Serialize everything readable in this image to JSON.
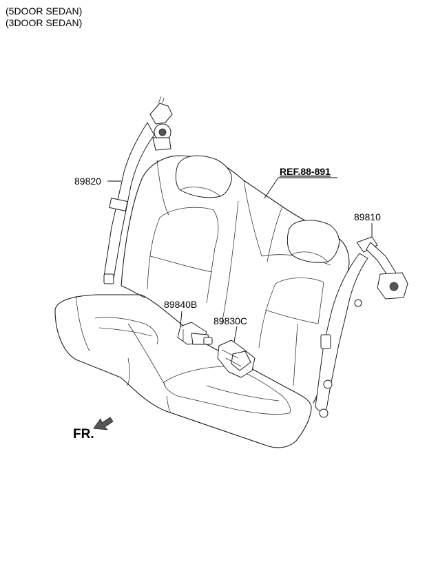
{
  "header": {
    "line1": "(5DOOR SEDAN)",
    "line2": "(3DOOR SEDAN)"
  },
  "labels": {
    "left_belt": "89820",
    "ref": "REF.88-891",
    "right_belt": "89810",
    "center_buckle_left": "89840B",
    "center_buckle_right": "89830C",
    "front": "FR."
  }
}
